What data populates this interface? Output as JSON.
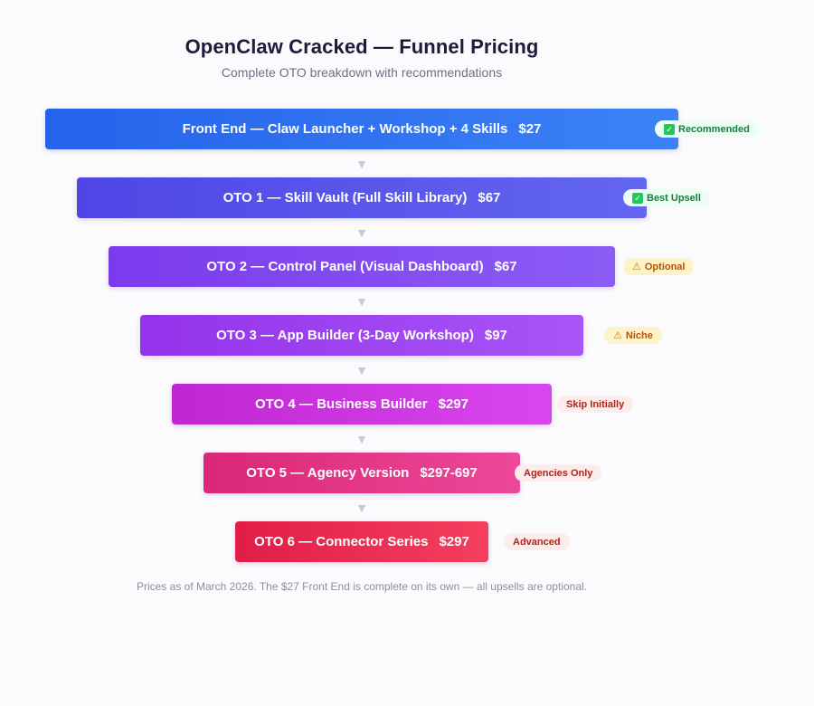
{
  "header": {
    "title": "OpenClaw Cracked — Funnel Pricing",
    "subtitle": "Complete OTO breakdown with recommendations"
  },
  "arrow_glyph": "▼",
  "stages": [
    {
      "label": "Front End — Claw Launcher + Workshop + 4 Skills",
      "price": "$27",
      "color_start": "#2563eb",
      "color_end": "#3b82f6",
      "badge": {
        "icon": "check-icon",
        "text": "Recommended",
        "tone": "green"
      }
    },
    {
      "label": "OTO 1 — Skill Vault (Full Skill Library)",
      "price": "$67",
      "color_start": "#4f46e5",
      "color_end": "#6366f1",
      "badge": {
        "icon": "check-icon",
        "text": "Best Upsell",
        "tone": "green"
      }
    },
    {
      "label": "OTO 2 — Control Panel (Visual Dashboard)",
      "price": "$67",
      "color_start": "#7c3aed",
      "color_end": "#8b5cf6",
      "badge": {
        "icon": "warning-icon",
        "text": "Optional",
        "tone": "yellow"
      }
    },
    {
      "label": "OTO 3 — App Builder (3-Day Workshop)",
      "price": "$97",
      "color_start": "#9333ea",
      "color_end": "#a855f7",
      "badge": {
        "icon": "warning-icon",
        "text": "Niche",
        "tone": "yellow"
      }
    },
    {
      "label": "OTO 4 — Business Builder",
      "price": "$297",
      "color_start": "#c026d3",
      "color_end": "#d946ef",
      "badge": {
        "icon": "",
        "text": "Skip Initially",
        "tone": "red"
      }
    },
    {
      "label": "OTO 5 — Agency Version",
      "price": "$297-697",
      "color_start": "#db2777",
      "color_end": "#ec4899",
      "badge": {
        "icon": "",
        "text": "Agencies Only",
        "tone": "red"
      }
    },
    {
      "label": "OTO 6 — Connector Series",
      "price": "$297",
      "color_start": "#e11d48",
      "color_end": "#f43f5e",
      "badge": {
        "icon": "",
        "text": "Advanced",
        "tone": "red"
      }
    }
  ],
  "footnote": "Prices as of March 2026. The $27 Front End is complete on its own — all upsells are optional."
}
